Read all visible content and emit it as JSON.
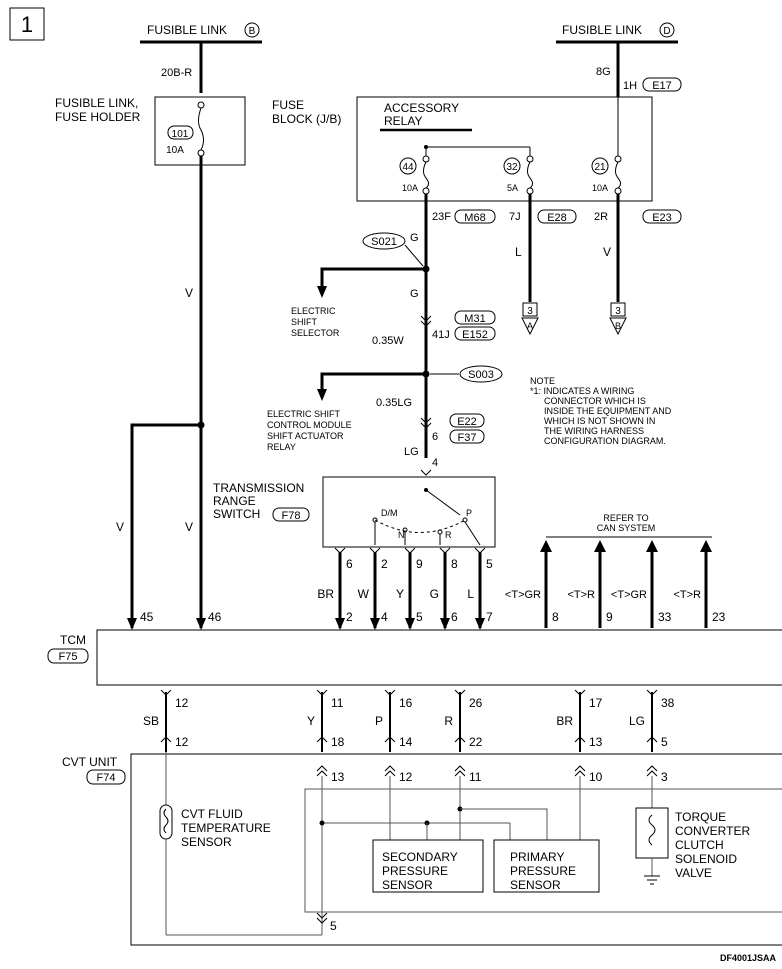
{
  "page_number": "1",
  "footer_code": "DF4001JSAA",
  "supply": {
    "b": {
      "label": "FUSIBLE LINK",
      "letter": "B"
    },
    "d": {
      "label": "FUSIBLE LINK",
      "letter": "D"
    }
  },
  "wire_labels": {
    "w20b": "20B-R",
    "w8g": "8G",
    "w1h": "1H",
    "e17": "E17",
    "v_left": "V",
    "v_mid": "V",
    "v_left_low": "V",
    "w23f": "23F",
    "m68": "M68",
    "g1": "G",
    "g2": "G",
    "m31": "M31",
    "w41j": "41J",
    "e152": "E152",
    "w035w": "0.35W",
    "w035lg": "0.35LG",
    "e22": "E22",
    "w6": "6",
    "f37": "F37",
    "lg": "LG",
    "w4": "4",
    "w7j": "7J",
    "e28": "E28",
    "l": "L",
    "w2r": "2R",
    "e23": "E23",
    "v_right": "V"
  },
  "fuse_holder": {
    "label1": "FUSIBLE LINK,",
    "label2": "FUSE HOLDER",
    "num": "101",
    "amp": "10A"
  },
  "fuse_block": {
    "label1": "FUSE",
    "label2": "BLOCK (J/B)",
    "relay1": "ACCESSORY",
    "relay2": "RELAY",
    "fuses": [
      {
        "num": "44",
        "amp": "10A"
      },
      {
        "num": "32",
        "amp": "5A"
      },
      {
        "num": "21",
        "amp": "10A"
      }
    ]
  },
  "splices": {
    "s021": "S021",
    "s003": "S003"
  },
  "branches": {
    "shift_selector": [
      "ELECTRIC",
      "SHIFT",
      "SELECTOR"
    ],
    "control_module": [
      "ELECTRIC SHIFT",
      "CONTROL MODULE",
      "SHIFT ACTUATOR",
      "RELAY"
    ]
  },
  "connectors_out": {
    "a": {
      "num": "3",
      "letter": "A"
    },
    "b": {
      "num": "3",
      "letter": "B"
    }
  },
  "note": [
    "NOTE",
    "*1: INDICATES A WIRING",
    "CONNECTOR WHICH IS",
    "INSIDE THE EQUIPMENT AND",
    "WHICH IS NOT SHOWN IN",
    "THE WIRING HARNESS",
    "CONFIGURATION DIAGRAM."
  ],
  "trs": {
    "label": [
      "TRANSMISSION",
      "RANGE",
      "SWITCH"
    ],
    "conn": "F78",
    "positions": [
      "D/M",
      "P",
      "N",
      "R"
    ],
    "pins": [
      {
        "top": "6",
        "color": "BR",
        "tcm": "2"
      },
      {
        "top": "2",
        "color": "W",
        "tcm": "4"
      },
      {
        "top": "9",
        "color": "Y",
        "tcm": "5"
      },
      {
        "top": "8",
        "color": "G",
        "tcm": "6"
      },
      {
        "top": "5",
        "color": "L",
        "tcm": "7"
      }
    ]
  },
  "can": {
    "label": [
      "REFER TO",
      "CAN SYSTEM"
    ],
    "wires": [
      {
        "color": "<T>GR",
        "pin": "8"
      },
      {
        "color": "<T>R",
        "pin": "9"
      },
      {
        "color": "<T>GR",
        "pin": "33"
      },
      {
        "color": "<T>R",
        "pin": "23"
      }
    ]
  },
  "tcm": {
    "label": "TCM",
    "conn": "F75",
    "pin45": "45",
    "pin46": "46",
    "pin45_color": "V",
    "pin46_color": "V"
  },
  "cvt_wires": [
    {
      "tcm": "12",
      "color": "SB",
      "cvt": "12",
      "inner": ""
    },
    {
      "tcm": "11",
      "color": "Y",
      "cvt": "18",
      "inner": "13"
    },
    {
      "tcm": "16",
      "color": "P",
      "cvt": "14",
      "inner": "12"
    },
    {
      "tcm": "26",
      "color": "R",
      "cvt": "22",
      "inner": "11"
    },
    {
      "tcm": "17",
      "color": "BR",
      "cvt": "13",
      "inner": "10"
    },
    {
      "tcm": "38",
      "color": "LG",
      "cvt": "5",
      "inner": "3"
    }
  ],
  "cvt": {
    "label": "CVT UNIT",
    "conn": "F74",
    "bottom_pin": "5",
    "temp_sensor": [
      "CVT FLUID",
      "TEMPERATURE",
      "SENSOR"
    ],
    "secondary": [
      "SECONDARY",
      "PRESSURE",
      "SENSOR"
    ],
    "primary": [
      "PRIMARY",
      "PRESSURE",
      "SENSOR"
    ],
    "solenoid": [
      "TORQUE",
      "CONVERTER",
      "CLUTCH",
      "SOLENOID",
      "VALVE"
    ]
  }
}
